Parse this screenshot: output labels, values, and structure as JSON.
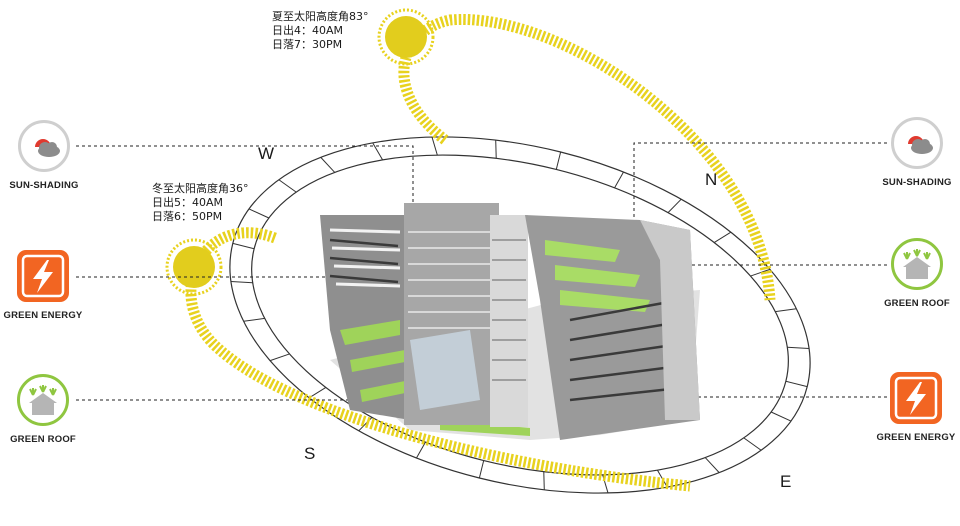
{
  "summer_sun": {
    "lines": [
      "夏至太阳高度角83°",
      "日出4：40AM",
      "日落7：30PM"
    ]
  },
  "winter_sun": {
    "lines": [
      "冬至太阳高度角36°",
      "日出5：40AM",
      "日落6：50PM"
    ]
  },
  "compass": {
    "west": "W",
    "north": "N",
    "south": "S",
    "east": "E"
  },
  "left_badges": [
    {
      "label": "SUN-SHADING",
      "icon": "sun-cloud-icon"
    },
    {
      "label": "GREEN ENERGY",
      "icon": "lightning-icon"
    },
    {
      "label": "GREEN ROOF",
      "icon": "green-roof-house-icon"
    }
  ],
  "right_badges": [
    {
      "label": "SUN-SHADING",
      "icon": "sun-cloud-icon"
    },
    {
      "label": "GREEN ROOF",
      "icon": "green-roof-house-icon"
    },
    {
      "label": "GREEN ENERGY",
      "icon": "lightning-icon"
    }
  ],
  "colors": {
    "sun": "#e8d21e",
    "sun_path": "#e8d21e",
    "energy": "#f26522",
    "green": "#8fc640",
    "shading_red": "#e03a2f"
  }
}
